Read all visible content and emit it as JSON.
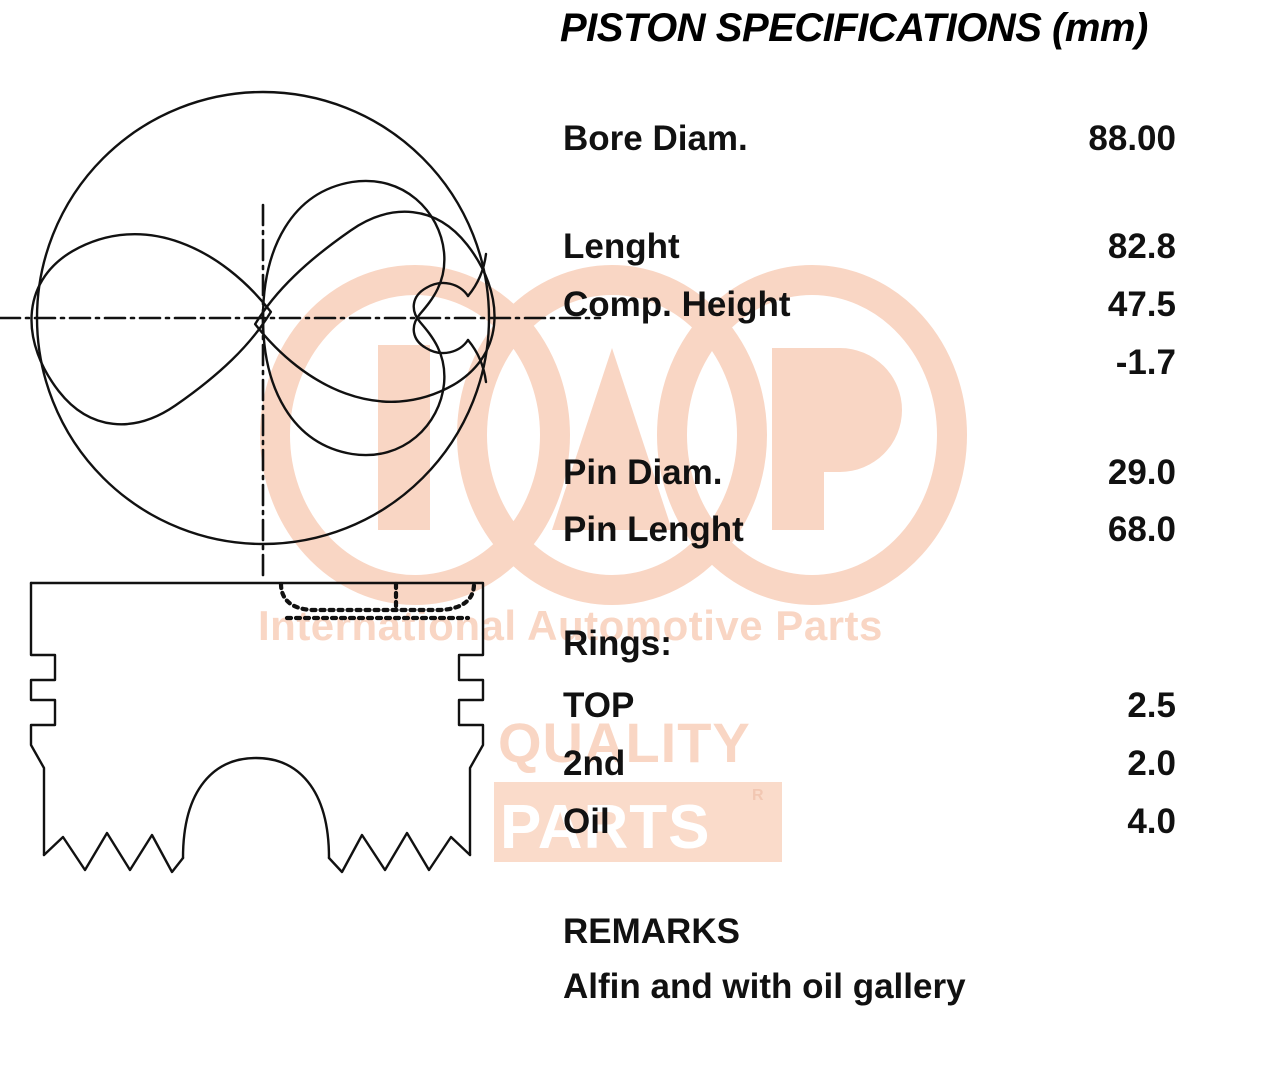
{
  "header": {
    "title": "PISTON SPECIFICATIONS (mm)"
  },
  "specs": {
    "rows": [
      {
        "label": "Bore Diam.",
        "value": "88.00"
      },
      {
        "label": "Lenght",
        "value": "82.8"
      },
      {
        "label": "Comp. Height",
        "value": "47.5"
      },
      {
        "label": "",
        "value": "-1.7"
      },
      {
        "label": "Pin Diam.",
        "value": "29.0"
      },
      {
        "label": "Pin Lenght",
        "value": "68.0"
      }
    ],
    "rings_heading": "Rings:",
    "rings": [
      {
        "label": "TOP",
        "value": "2.5"
      },
      {
        "label": "2nd",
        "value": "2.0"
      },
      {
        "label": "Oil",
        "value": "4.0"
      }
    ]
  },
  "remarks": {
    "heading": "REMARKS",
    "text": "Alfin and with oil gallery"
  },
  "watermark": {
    "logo_text": "IAP",
    "tagline": "International Automotive Parts",
    "quality_text": "QUALITY",
    "parts_text": "PARTS",
    "registered_mark": "R",
    "color": "#f9d6c4",
    "badge_color": "#fadbca"
  },
  "drawing": {
    "top_view_name": "piston-crown-top-view",
    "side_view_name": "piston-side-section-view",
    "line_color": "#111111"
  }
}
